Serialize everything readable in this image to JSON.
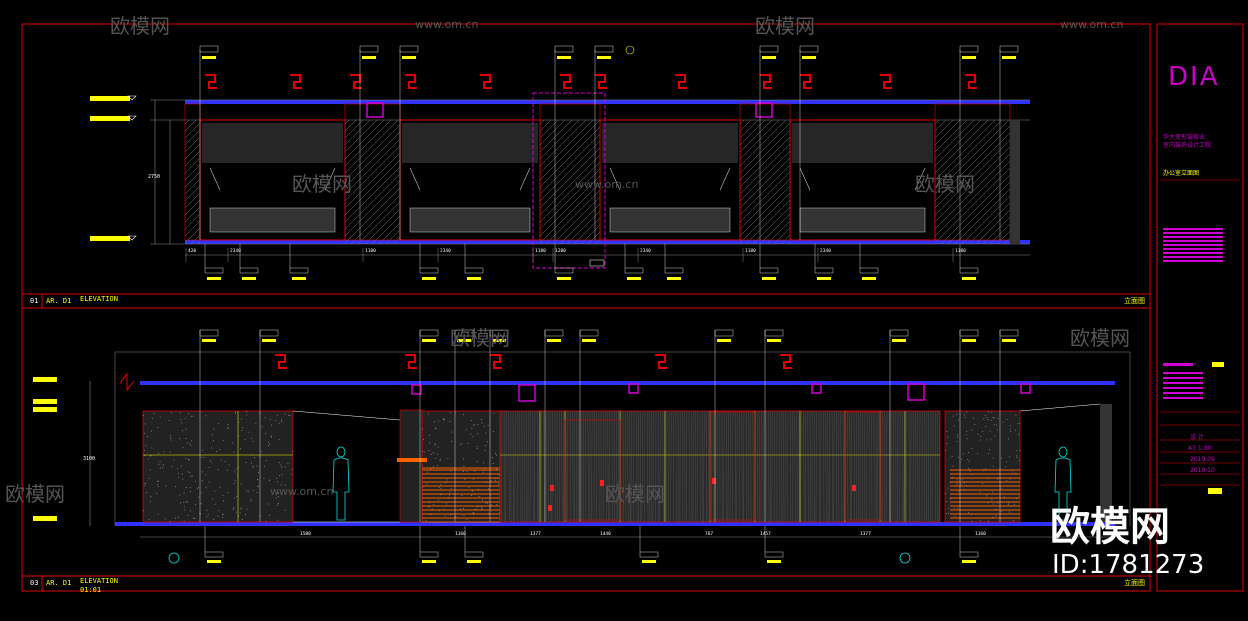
{
  "drawing": {
    "view1": {
      "number": "01",
      "ref": "AR. D1",
      "title": "ELEVATION",
      "cn_title": "立面图"
    },
    "view2": {
      "number": "03",
      "ref": "AR. D1",
      "title": "ELEVATION",
      "cn_title": "立面图"
    },
    "dims_top": [
      "420",
      "2340",
      "1180",
      "2340",
      "1180",
      "1280",
      "2340",
      "1180",
      "2340",
      "1180"
    ],
    "dims_bottom": [
      "1580",
      "1160",
      "1377",
      "1440",
      "767",
      "1457",
      "1377",
      "1160"
    ],
    "callouts_top": [
      "MT 01",
      "MT 02",
      "MT 01",
      "MT 02",
      "MT 01",
      "MT 02"
    ],
    "callouts_bottom": [
      "ST 01",
      "MT 01",
      "MT 01",
      "WD 01",
      "MT 01",
      "WD 01",
      "ST 01"
    ],
    "scale_note": "01:01"
  },
  "title_block": {
    "logo": "DIA",
    "company": "华大变形装修业\n室内装饰设计工程",
    "project": "办公室立面图",
    "label1": "设 计",
    "scale": "A3 1:30",
    "date1": "2019.09",
    "date2": "2019.10"
  },
  "watermark": {
    "site": "www.om.cn",
    "brand": "欧模网",
    "id": "ID:1781273"
  }
}
